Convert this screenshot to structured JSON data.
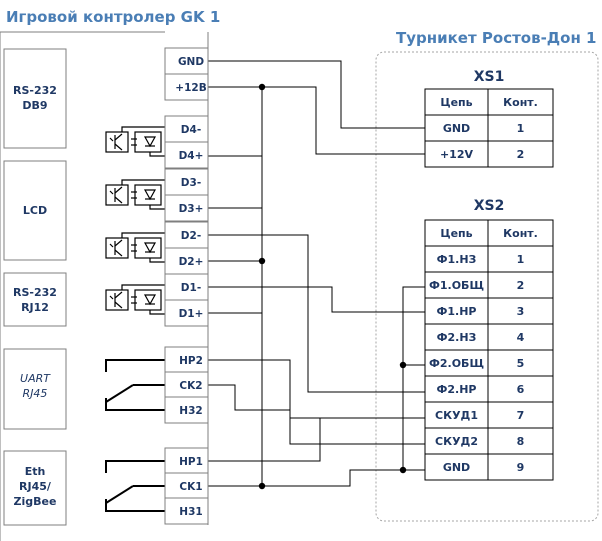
{
  "controller": {
    "title": "Игровой контролер GK 1",
    "modules": [
      {
        "line1": "RS-232",
        "line2": "DB9",
        "italic": false
      },
      {
        "line1": "LCD",
        "line2": "",
        "italic": false
      },
      {
        "line1": "RS-232",
        "line2": "RJ12",
        "italic": false
      },
      {
        "line1": "UART",
        "line2": "RJ45",
        "italic": true
      },
      {
        "line1": "Eth",
        "line2": "RJ45/",
        "line3": "ZigBee",
        "italic": false
      }
    ],
    "pins": [
      "GND",
      "+12B",
      "D4-",
      "D4+",
      "D3-",
      "D3+",
      "D2-",
      "D2+",
      "D1-",
      "D1+",
      "HP2",
      "CK2",
      "H32",
      "HP1",
      "CK1",
      "H31"
    ]
  },
  "turnstile": {
    "title": "Турникет Ростов-Дон 1",
    "xs1": {
      "title": "XS1",
      "headers": [
        "Цепь",
        "Конт."
      ],
      "rows": [
        [
          "GND",
          "1"
        ],
        [
          "+12V",
          "2"
        ]
      ]
    },
    "xs2": {
      "title": "XS2",
      "headers": [
        "Цепь",
        "Конт."
      ],
      "rows": [
        [
          "Ф1.НЗ",
          "1"
        ],
        [
          "Ф1.ОБЩ",
          "2"
        ],
        [
          "Ф1.НР",
          "3"
        ],
        [
          "Ф2.НЗ",
          "4"
        ],
        [
          "Ф2.ОБЩ",
          "5"
        ],
        [
          "Ф2.НР",
          "6"
        ],
        [
          "СКУД1",
          "7"
        ],
        [
          "СКУД2",
          "8"
        ],
        [
          "GND",
          "9"
        ]
      ]
    }
  },
  "colors": {
    "line": "#000000",
    "text": "#1f3864",
    "title": "#4a7eb5",
    "border": "#7f7f7f",
    "dash": "#a6a6a6"
  }
}
